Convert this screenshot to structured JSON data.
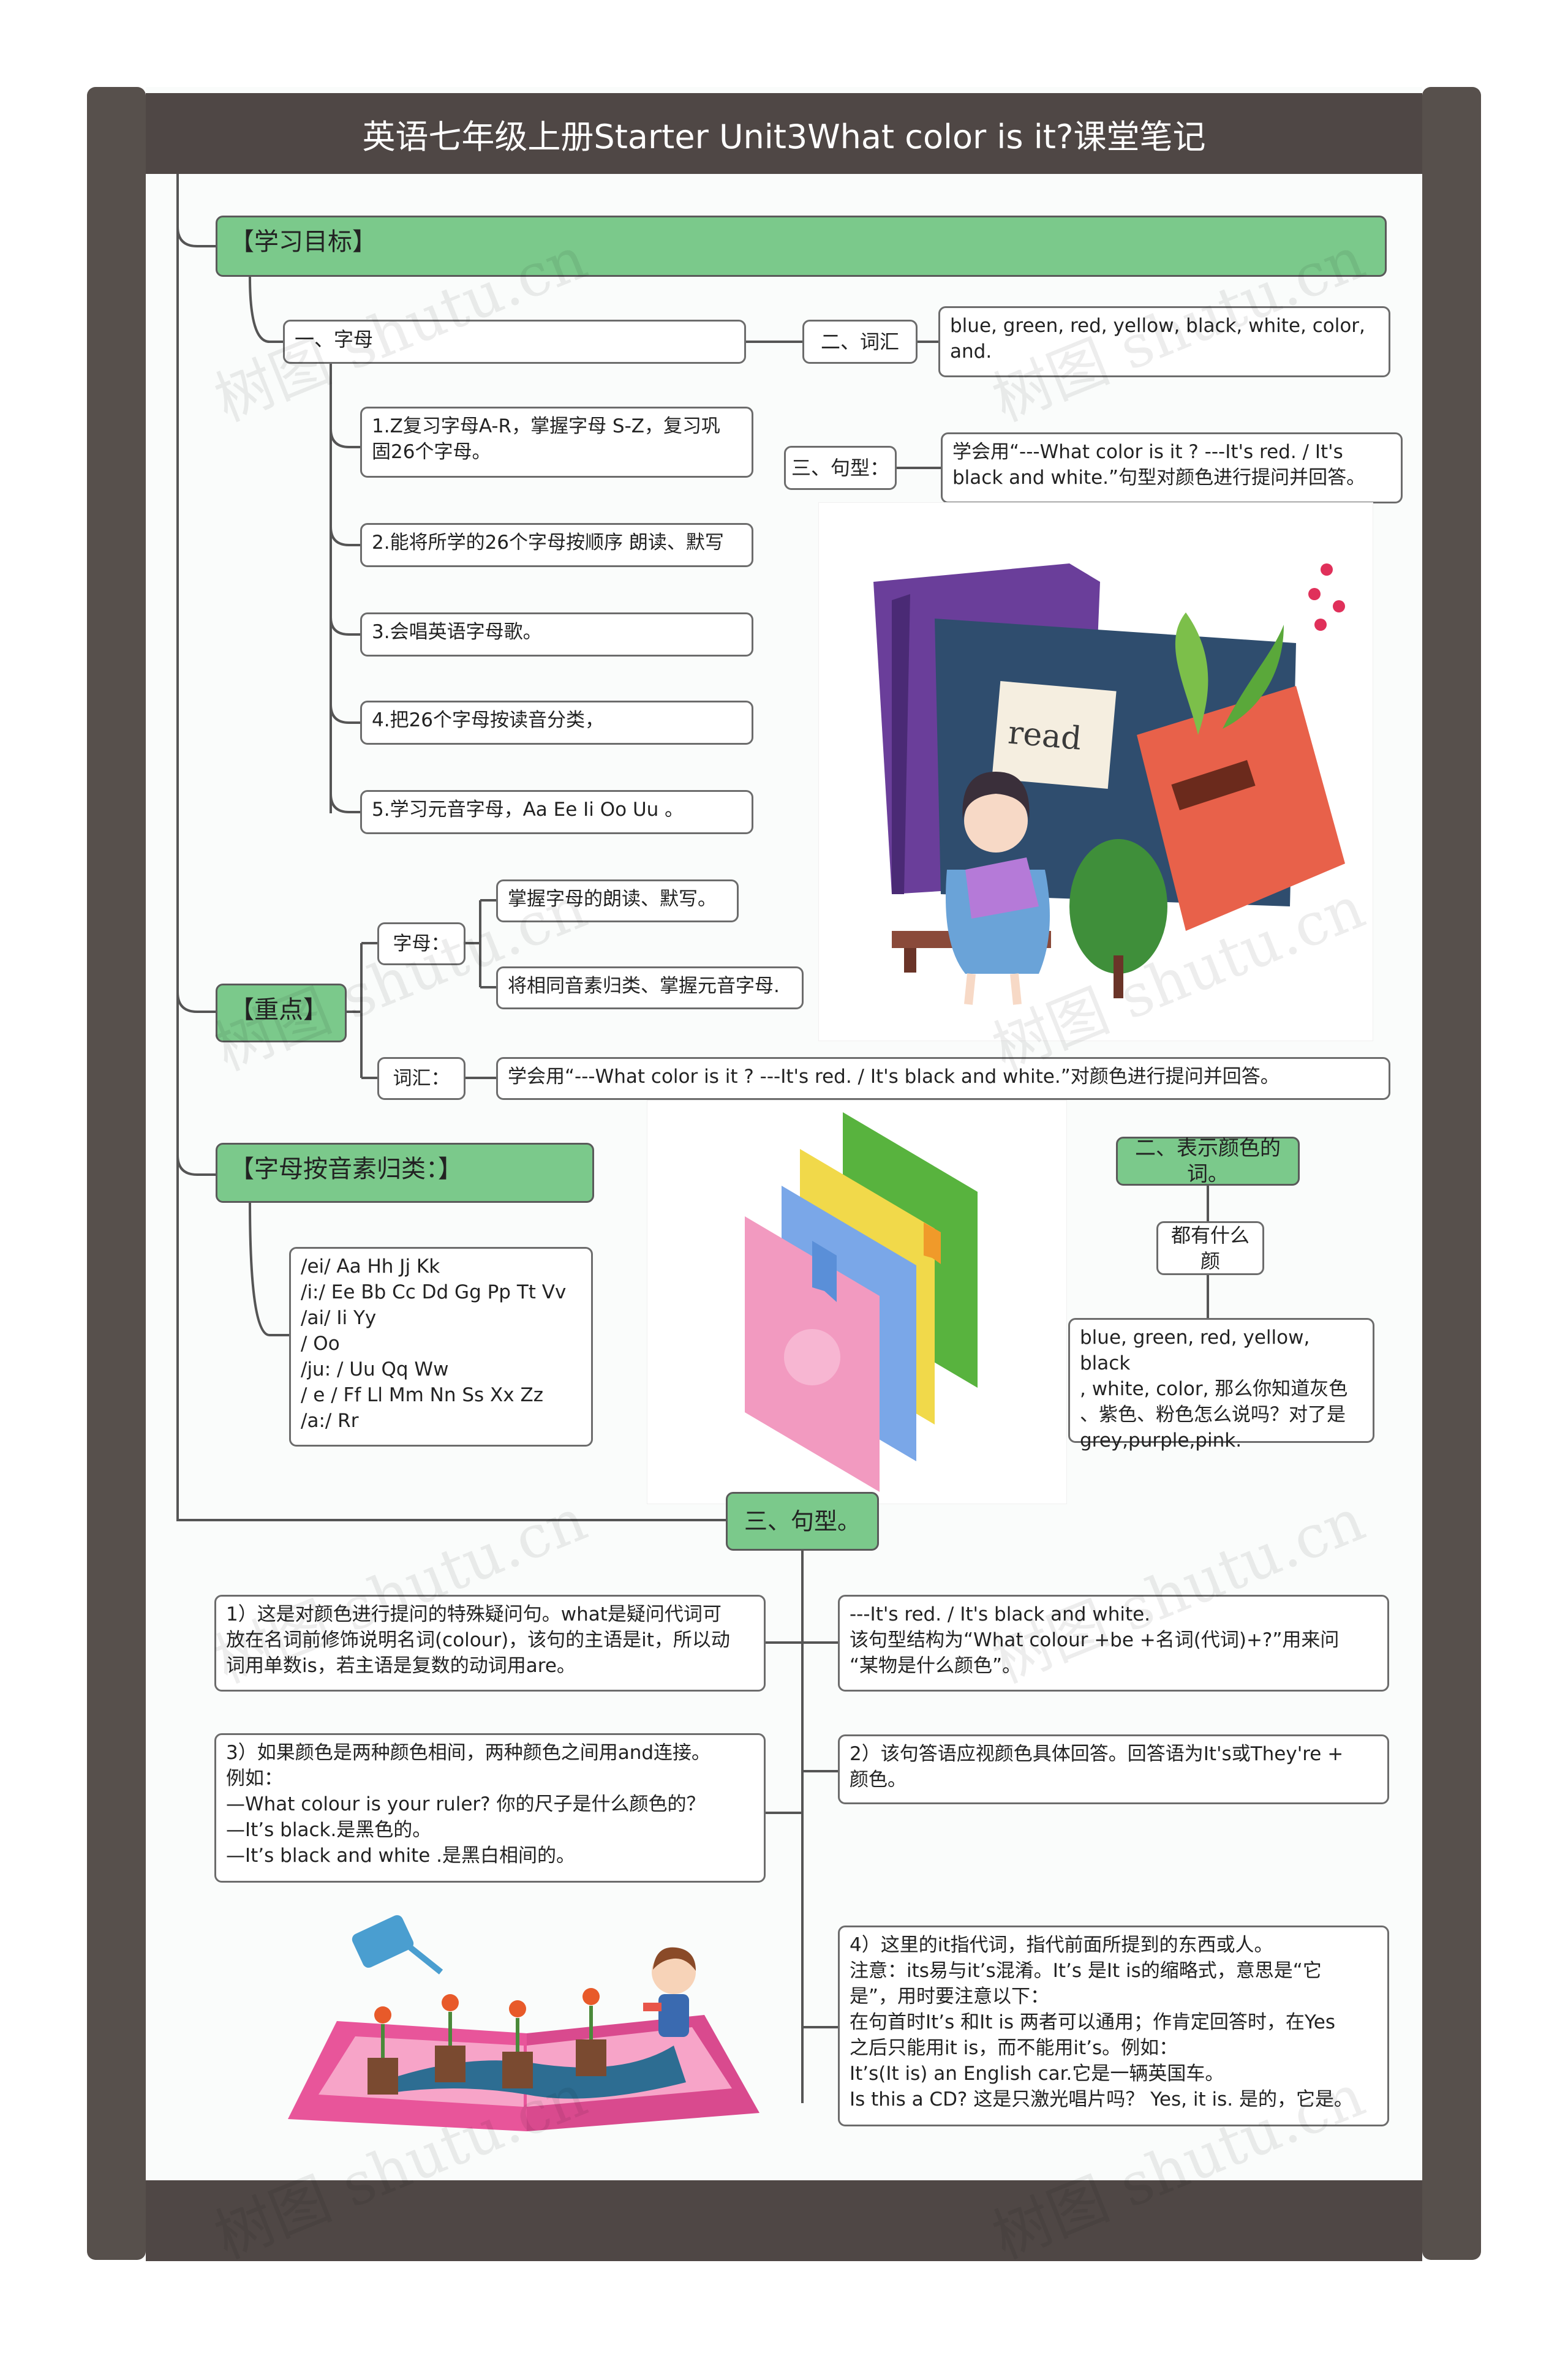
{
  "title": "英语七年级上册Starter Unit3What color is it?课堂笔记",
  "watermark": "树图 shutu.cn",
  "colors": {
    "frame": "#57504c",
    "header": "#4f4745",
    "topic": "#7bc98b",
    "line": "#555555"
  },
  "nodes": {
    "goals": "【学习目标】",
    "letters": "一、字母",
    "letters_1": "1.Z复习字母A-R，掌握字母 S-Z，复习巩\n固26个字母。",
    "letters_2": "2.能将所学的26个字母按顺序 朗读、默写",
    "letters_3": "3.会唱英语字母歌。",
    "letters_4": "4.把26个字母按读音分类，",
    "letters_5": "5.学习元音字母，Aa Ee Ii Oo Uu 。",
    "vocab": "二、词汇",
    "vocab_text": "blue, green, red, yellow, black, white, color,\nand.",
    "sentence": "三、句型：",
    "sentence_text": "学会用“---What color is it ? ---It's red. / It's\nblack and white.”句型对颜色进行提问并回答。",
    "key": "【重点】",
    "key_letters": "字母：",
    "key_letters_1": "掌握字母的朗读、默写。",
    "key_letters_2": "将相同音素归类、掌握元音字母.",
    "key_vocab": "词汇：",
    "key_vocab_text": "学会用“---What color is it ? ---It's red. / It's black and white.”对颜色进行提问并回答。",
    "phonics": "【字母按音素归类：】",
    "phonics_text": "/ei/ Aa Hh Jj Kk\n/i:/ Ee Bb Cc Dd Gg Pp Tt Vv\n/ai/ Ii Yy\n/ Oo\n/ju: / Uu Qq Ww\n/ e / Ff Ll Mm Nn Ss Xx Zz\n/a:/ Rr",
    "color_words": "二、表示颜色的词。",
    "what_colors": "都有什么颜",
    "color_words_text": "blue, green, red, yellow, black\n, white, color, 那么你知道灰色\n、紫色、粉色怎么说吗？对了是\ngrey,purple,pink.",
    "pattern": "三、句型。",
    "pattern_1": "1）这是对颜色进行提问的特殊疑问句。what是疑问代词可\n放在名词前修饰说明名词(colour)，该句的主语是it，所以动\n词用单数is，若主语是复数的动词用are。",
    "pattern_right_1": "---It's red. / It's black and white.\n该句型结构为“What colour +be +名词(代词)+?”用来问\n“某物是什么颜色”。",
    "pattern_3": "3）如果颜色是两种颜色相间，两种颜色之间用and连接。\n例如：\n—What colour is your ruler? 你的尺子是什么颜色的？\n—It’s black.是黑色的。\n—It’s black and white .是黑白相间的。",
    "pattern_2": "2）该句答语应视颜色具体回答。回答语为It's或They're +\n颜色。",
    "pattern_4": "4）这里的it指代词，指代前面所提到的东西或人。\n注意：its易与it’s混淆。It’s 是It is的缩略式，意思是“它\n是”，用时要注意以下：\n在句首时It’s 和It is 两者可以通用；作肯定回答时，在Yes\n之后只能用it is，而不能用it’s。例如：\nIt’s(It is) an English car.它是一辆英国车。\nIs this a CD? 这是只激光唱片吗？ Yes, it is. 是的，它是。"
  }
}
